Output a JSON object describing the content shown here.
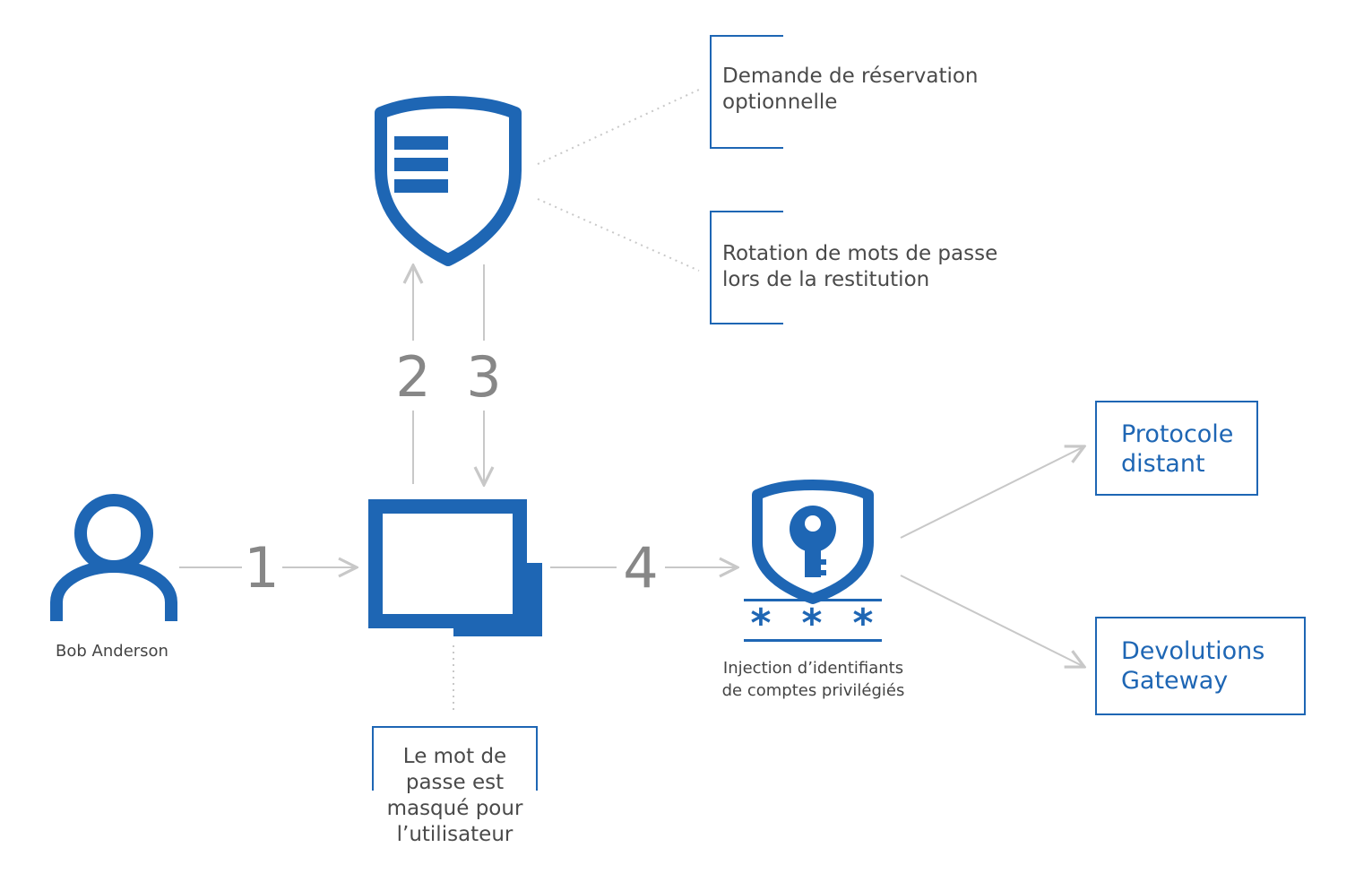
{
  "colors": {
    "accent": "#1e66b4",
    "connector": "#c8c8c8",
    "step": "#878787",
    "text": "#4a4a4a"
  },
  "icons": [
    "user-icon",
    "screen-icon",
    "vault-shield-icon",
    "key-shield-icon"
  ],
  "user": {
    "name": "Bob Anderson"
  },
  "steps": {
    "s1": "1",
    "s2": "2",
    "s3": "3",
    "s4": "4"
  },
  "notes": {
    "reservation": [
      "Demande de réservation",
      "optionnelle"
    ],
    "rotation": [
      "Rotation de mots de passe",
      "lors de la restitution"
    ],
    "masked": [
      "Le mot de",
      "passe est",
      "masqué pour",
      "l’utilisateur"
    ]
  },
  "injection": {
    "lines": [
      "Injection d’identifiants",
      "de comptes privilégiés"
    ],
    "stars": "* * *"
  },
  "destinations": {
    "remote": [
      "Protocole",
      "distant"
    ],
    "gateway": [
      "Devolutions",
      "Gateway"
    ]
  }
}
